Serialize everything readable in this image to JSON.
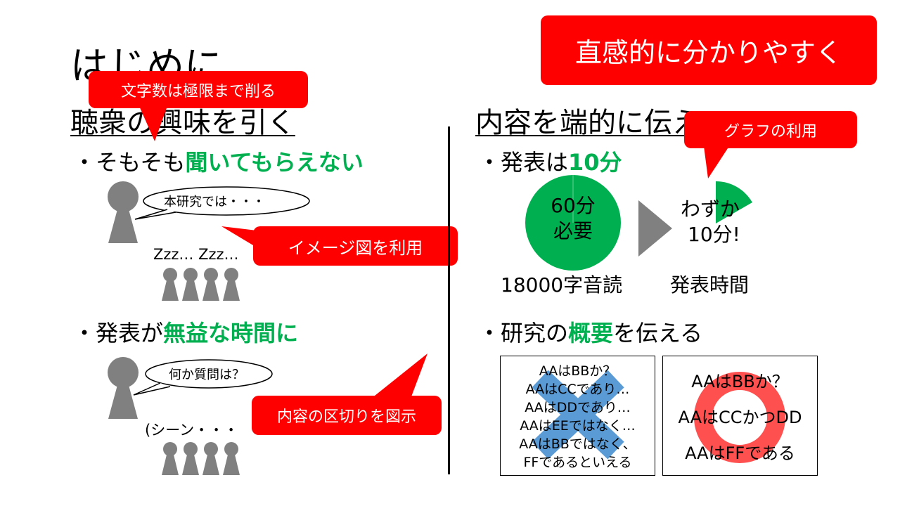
{
  "title": "はじめに",
  "top_callout": "直感的に分かりやすく",
  "left": {
    "heading": "聴衆の興味を引く",
    "callout_chars": "文字数は極限まで削る",
    "bullet1": {
      "prefix": "・そもそも",
      "highlight": "聞いてもらえない"
    },
    "speech1": "本研究では・・・",
    "callout_image": "イメージ図を利用",
    "zzz": "Zzz… Zzz…",
    "bullet2": {
      "prefix": "・発表が",
      "highlight": "無益な時間に"
    },
    "speech2": "何か質問は？",
    "silence": "(シーン・・・",
    "callout_divide": "内容の区切りを図示"
  },
  "right": {
    "heading": "内容を端的に伝える",
    "callout_graph": "グラフの利用",
    "bullet1": {
      "prefix": "・発表は",
      "highlight": "10分"
    },
    "pie_big": {
      "line1": "60分",
      "line2": "必要",
      "caption": "18000字音読"
    },
    "pie_small": {
      "line1": "わずか",
      "line2": "10分!",
      "caption": "発表時間",
      "fraction": 0.1667
    },
    "bullet2": {
      "prefix": "・研究の",
      "highlight": "概要",
      "suffix": "を伝える"
    },
    "bad_box": [
      "AAはBBか？",
      "AAはCCであり…",
      "AAはDDであり…",
      "AAはEEではなく…",
      "AAはBBではなく、",
      "FFであるといえる"
    ],
    "good_box": [
      "AAはBBか？",
      "AAはCCかつDD",
      "AAはFFである"
    ]
  },
  "colors": {
    "accent_red": "#ff0000",
    "highlight_green": "#00b050",
    "pie_green": "#00b050",
    "figure_gray": "#808080",
    "cross_blue": "#5b9bd5",
    "ring_red": "#ff5050"
  }
}
